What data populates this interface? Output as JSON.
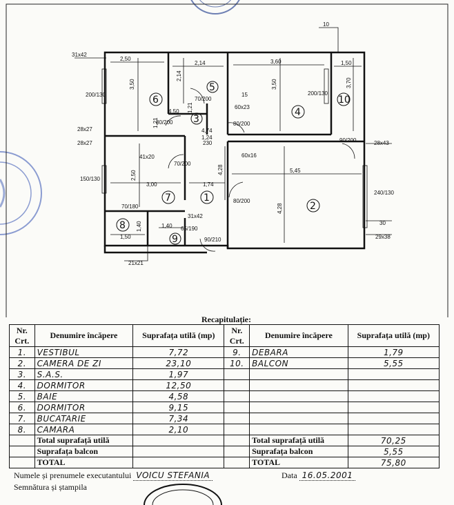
{
  "plan": {
    "dims": [
      "31x42",
      "2,50",
      "2,14",
      "3,60",
      "1,50",
      "10",
      "15",
      "3,50",
      "2,14",
      "3,50",
      "200/130",
      "200/130",
      "60x23",
      "4,50",
      "1,21",
      "1,21",
      "70/200",
      "80/200",
      "80/200",
      "4,74",
      "1,24",
      "230",
      "28x27",
      "28x27",
      "90/200",
      "28x43",
      "41x20",
      "60x16",
      "5,45",
      "70/200",
      "2,50",
      "3,00",
      "1,74",
      "4,28",
      "4,28",
      "150/130",
      "240/130",
      "70/180",
      "80/200",
      "31x42",
      "1,40",
      "1,40",
      "65/190",
      "1,50",
      "30",
      "29x38",
      "90/210",
      "21x21",
      "3,70"
    ],
    "rooms": [
      "1",
      "2",
      "3",
      "4",
      "5",
      "6",
      "7",
      "8",
      "9",
      "10"
    ]
  },
  "recap": {
    "title": "Recapitulație:",
    "headers": {
      "nr": "Nr. Crt.",
      "name": "Denumire încăpere",
      "area": "Suprafața utilă (mp)"
    },
    "left_rows": [
      {
        "nr": "1.",
        "name": "VESTIBUL",
        "area": "7,72"
      },
      {
        "nr": "2.",
        "name": "CAMERA DE ZI",
        "area": "23,10"
      },
      {
        "nr": "3.",
        "name": "S.A.S.",
        "area": "1,97"
      },
      {
        "nr": "4.",
        "name": "DORMITOR",
        "area": "12,50"
      },
      {
        "nr": "5.",
        "name": "BAIE",
        "area": "4,58"
      },
      {
        "nr": "6.",
        "name": "DORMITOR",
        "area": "9,15"
      },
      {
        "nr": "7.",
        "name": "BUCATARIE",
        "area": "7,34"
      },
      {
        "nr": "8.",
        "name": "CAMARA",
        "area": "2,10"
      }
    ],
    "right_rows": [
      {
        "nr": "9.",
        "name": "DEBARA",
        "area": "1,79"
      },
      {
        "nr": "10.",
        "name": "BALCON",
        "area": "5,55"
      },
      {
        "nr": "",
        "name": "",
        "area": ""
      },
      {
        "nr": "",
        "name": "",
        "area": ""
      },
      {
        "nr": "",
        "name": "",
        "area": ""
      },
      {
        "nr": "",
        "name": "",
        "area": ""
      },
      {
        "nr": "",
        "name": "",
        "area": ""
      },
      {
        "nr": "",
        "name": "",
        "area": ""
      }
    ],
    "totals": {
      "useful_label": "Total suprafață utilă",
      "balcony_label": "Suprafața balcon",
      "total_label": "TOTAL",
      "useful": "70,25",
      "balcony": "5,55",
      "total": "75,80"
    }
  },
  "footer": {
    "executant_label": "Numele și prenumele executantului",
    "executant_name": "VOICU STEFANIA",
    "date_label": "Data",
    "date_value": "16.05.2001",
    "signature_label": "Semnătura și ștampila"
  }
}
